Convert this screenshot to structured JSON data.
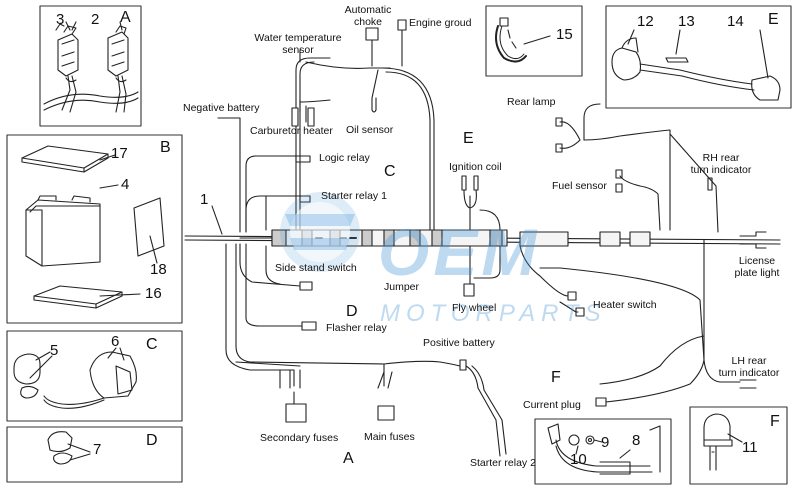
{
  "watermark": {
    "brand": "OEM",
    "sub": "MOTORPARTS",
    "color": "#4696d7"
  },
  "sections": {
    "A_top": "A",
    "B": "B",
    "C_inset": "C",
    "D_inset": "D",
    "E_top": "E",
    "C_main": "C",
    "D_main": "D",
    "E_main": "E",
    "F_main": "F",
    "A_main": "A",
    "F_inset": "F"
  },
  "part_numbers": {
    "n3": "3",
    "n2": "2",
    "n17": "17",
    "n4": "4",
    "n18": "18",
    "n16": "16",
    "n5": "5",
    "n6": "6",
    "n7": "7",
    "n1": "1",
    "n15": "15",
    "n12": "12",
    "n13": "13",
    "n14": "14",
    "n9": "9",
    "n10": "10",
    "n8": "8",
    "n11": "11"
  },
  "labels": {
    "automatic_choke": "Automatic\nchoke",
    "engine_groud": "Engine groud",
    "water_temp": "Water temperature\nsensor",
    "negative_battery": "Negative battery",
    "carburetor_heater": "Carburetor heater",
    "oil_sensor": "Oil sensor",
    "logic_relay": "Logic relay",
    "starter_relay_1": "Starter relay 1",
    "side_stand_switch": "Side stand switch",
    "jumper": "Jumper",
    "fly_wheel": "Fly wheel",
    "flasher_relay": "Flasher relay",
    "rear_lamp": "Rear lamp",
    "ignition_coil": "Ignition coil",
    "fuel_sensor": "Fuel sensor",
    "rh_rear": "RH rear\nturn indicator",
    "license_plate": "License\nplate light",
    "heater_switch": "Heater switch",
    "positive_battery": "Positive battery",
    "lh_rear": "LH rear\nturn indicator",
    "current_plug": "Current plug",
    "secondary_fuses": "Secondary fuses",
    "main_fuses": "Main fuses",
    "starter_relay_2": "Starter relay 2"
  }
}
